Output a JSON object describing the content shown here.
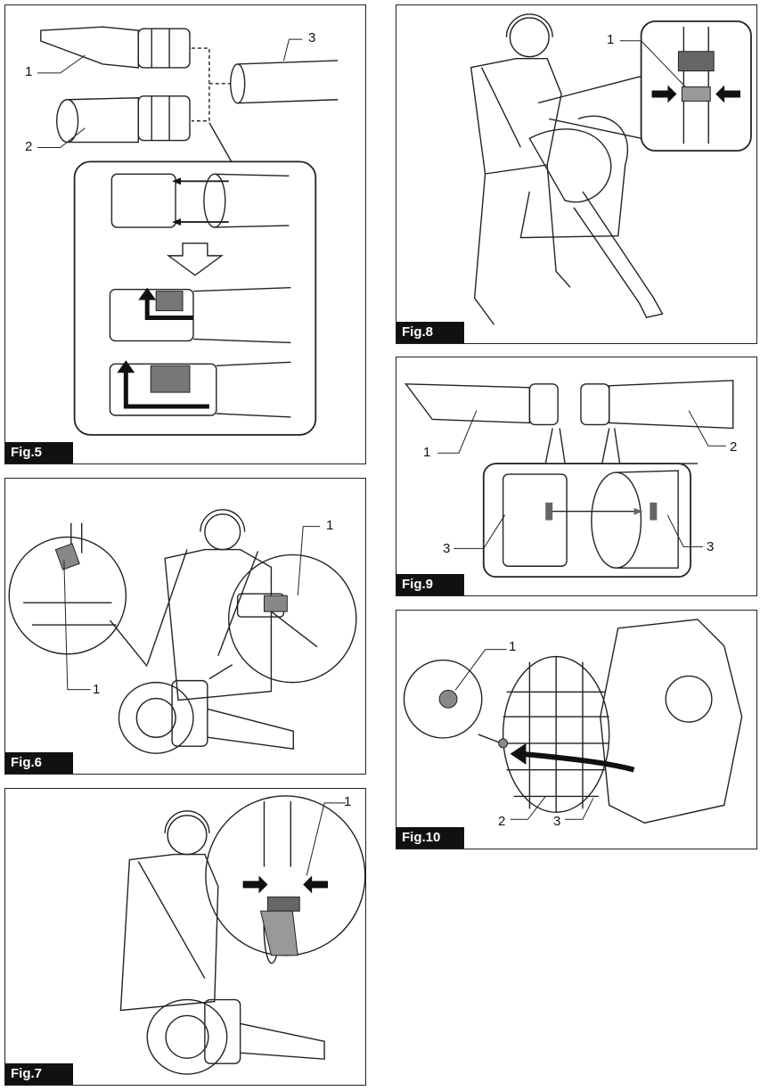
{
  "figures": {
    "fig5": {
      "label": "Fig.5",
      "callouts": [
        "1",
        "2",
        "3"
      ]
    },
    "fig6": {
      "label": "Fig.6",
      "callouts": [
        "1",
        "1"
      ]
    },
    "fig7": {
      "label": "Fig.7",
      "callouts": [
        "1"
      ]
    },
    "fig8": {
      "label": "Fig.8",
      "callouts": [
        "1"
      ]
    },
    "fig9": {
      "label": "Fig.9",
      "callouts": [
        "1",
        "2",
        "3",
        "3"
      ]
    },
    "fig10": {
      "label": "Fig.10",
      "callouts": [
        "1",
        "2",
        "3"
      ]
    }
  }
}
